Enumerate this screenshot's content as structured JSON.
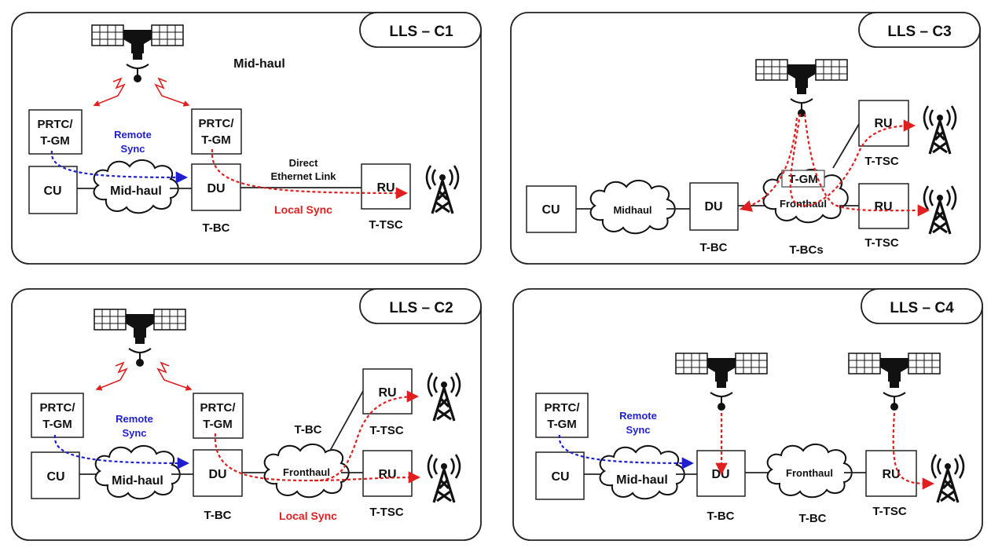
{
  "colors": {
    "remote_sync": "#1f1fd0",
    "local_sync": "#e02020",
    "outline": "#222222"
  },
  "icons": [
    "satellite-icon",
    "antenna-tower-icon",
    "cloud-icon"
  ],
  "panels": [
    {
      "id": "c1",
      "title": "LLS – C1",
      "mid_label": "Mid-haul",
      "prtc_line1": "PRTC/",
      "prtc_line2": "T-GM",
      "prtc2_line1": "PRTC/",
      "prtc2_line2": "T-GM",
      "remote_line1": "Remote",
      "remote_line2": "Sync",
      "cu": "CU",
      "cloud": "Mid-haul",
      "du": "DU",
      "du_role": "T-BC",
      "link_line1": "Direct",
      "link_line2": "Ethernet Link",
      "local_sync": "Local Sync",
      "ru": "RU",
      "ru_role": "T-TSC"
    },
    {
      "id": "c3",
      "title": "LLS – C3",
      "cu": "CU",
      "cloud1": "Midhaul",
      "du": "DU",
      "du_role": "T-BC",
      "tgm": "T-GM",
      "cloud2": "Fronthaul",
      "cloud2_role": "T-BCs",
      "ru1": "RU",
      "ru1_role": "T-TSC",
      "ru2": "RU",
      "ru2_role": "T-TSC"
    },
    {
      "id": "c2",
      "title": "LLS – C2",
      "prtc_line1": "PRTC/",
      "prtc_line2": "T-GM",
      "prtc2_line1": "PRTC/",
      "prtc2_line2": "T-GM",
      "remote_line1": "Remote",
      "remote_line2": "Sync",
      "cu": "CU",
      "cloud1": "Mid-haul",
      "du": "DU",
      "du_role": "T-BC",
      "cloud2": "Fronthaul",
      "cloud2_role": "T-BC",
      "local_sync": "Local Sync",
      "ru1": "RU",
      "ru1_role": "T-TSC",
      "ru2": "RU",
      "ru2_role": "T-TSC"
    },
    {
      "id": "c4",
      "title": "LLS – C4",
      "prtc_line1": "PRTC/",
      "prtc_line2": "T-GM",
      "remote_line1": "Remote",
      "remote_line2": "Sync",
      "cu": "CU",
      "cloud1": "Mid-haul",
      "du": "DU",
      "du_role": "T-BC",
      "cloud2": "Fronthaul",
      "cloud2_role": "T-BC",
      "ru": "RU",
      "ru_role": "T-TSC"
    }
  ]
}
